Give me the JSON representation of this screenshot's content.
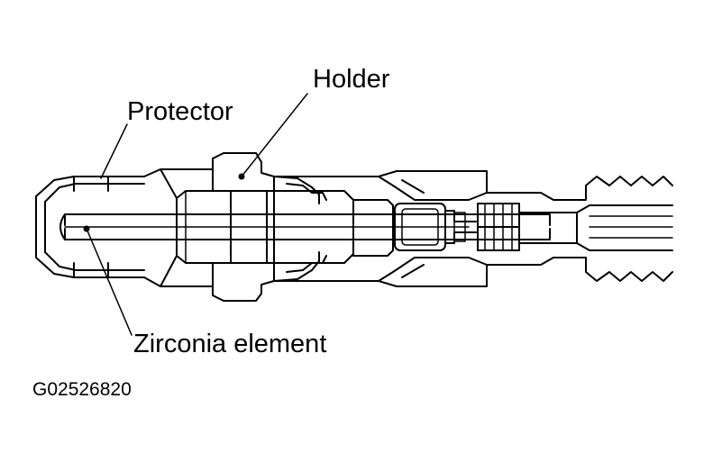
{
  "diagram": {
    "labels": {
      "holder": "Holder",
      "protector": "Protector",
      "zirconia": "Zirconia element",
      "figure_code": "G02526820"
    },
    "colors": {
      "ink": "#000000",
      "background": "#ffffff"
    }
  }
}
